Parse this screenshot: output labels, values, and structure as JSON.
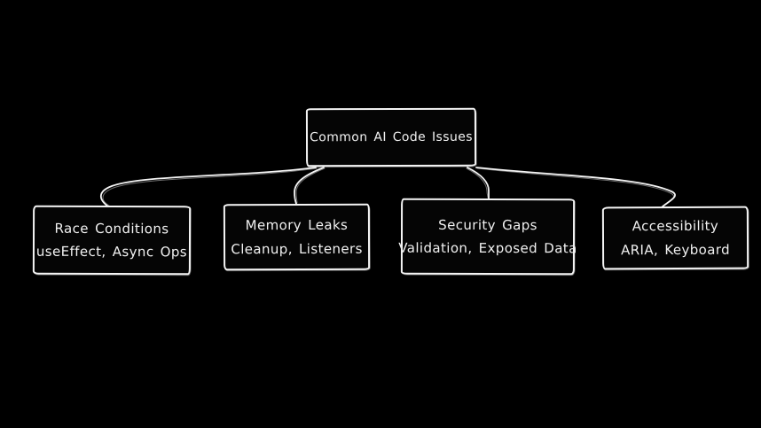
{
  "canvas": {
    "background_color": "#000000",
    "stroke_color": "#f5f5f5",
    "text_color": "#f2f2f2",
    "style": "hand-drawn whiteboard diagram"
  },
  "diagram": {
    "type": "tree",
    "root": {
      "id": "common-ai-code-issues",
      "title": "Common AI Code Issues"
    },
    "children": [
      {
        "id": "race-conditions",
        "title": "Race Conditions",
        "subtitle": "useEffect, Async Ops"
      },
      {
        "id": "memory-leaks",
        "title": "Memory Leaks",
        "subtitle": "Cleanup, Listeners"
      },
      {
        "id": "security-gaps",
        "title": "Security Gaps",
        "subtitle": "Validation, Exposed Data"
      },
      {
        "id": "accessibility",
        "title": "Accessibility",
        "subtitle": "ARIA, Keyboard"
      }
    ]
  }
}
